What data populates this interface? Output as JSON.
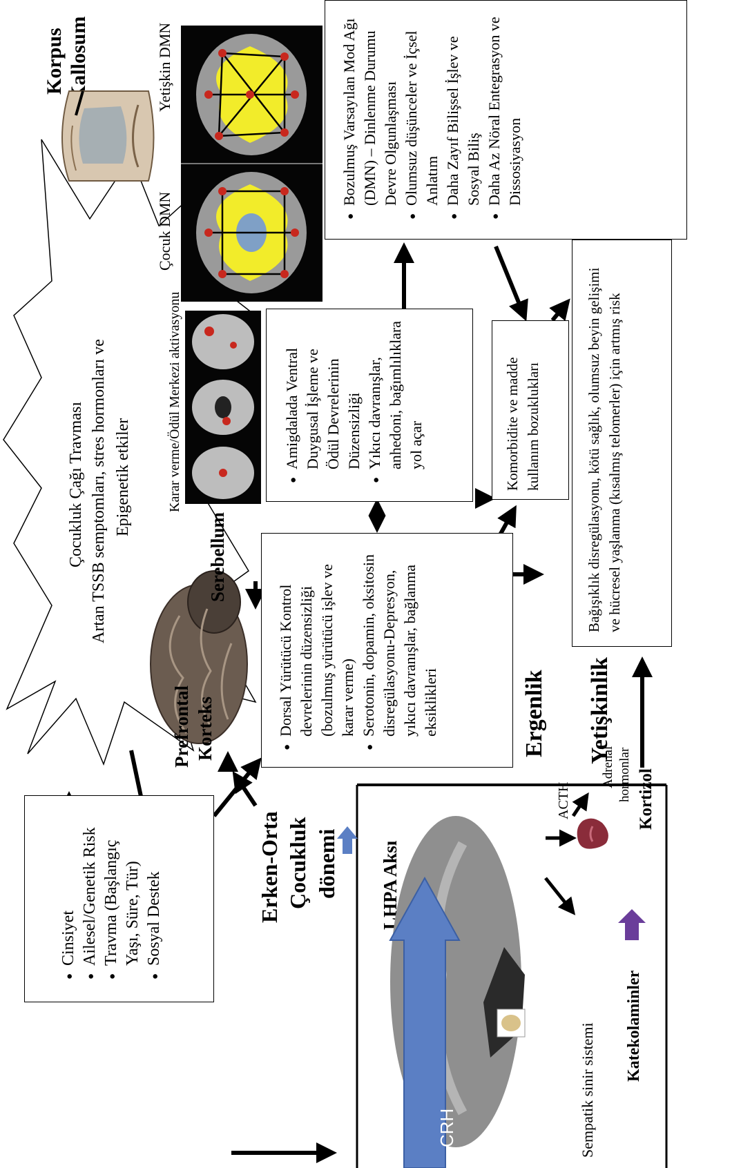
{
  "burst": {
    "line1": "Çocukluk Çağı Travması",
    "line2": "Artan TSSB semptomları, stres hormonları ve",
    "line3": "Epigenetik etkiler"
  },
  "risk_box": {
    "items": [
      "Cinsiyet",
      "Ailesel/Genetik Risk",
      "Travma (Başlangıç Yaşı, Süre, Tür)",
      "Sosyal Destek"
    ]
  },
  "labels": {
    "korpus": "Korpus",
    "kallosum": "Kallosum",
    "prefrontal": "Prefrontal",
    "korteks": "Korteks",
    "serebellum": "Serebellum",
    "erken_orta": "Erken-Orta",
    "cocukluk": "Çocukluk",
    "donemi": "dönemi",
    "ergenlik": "Ergenlik",
    "yetiskinlik": "Yetişkinlik",
    "lhpa": "LHPA Aksı",
    "crh": "CRH",
    "acth": "ACTH",
    "adrenal": "Adrenal",
    "hormonlar": "hormonlar",
    "kortizol": "Kortizol",
    "sempatik": "Sempatik sinir sistemi",
    "katekolaminler": "Katekolaminler",
    "karar_verme": "Karar verme/Ödül Merkezi aktivasyonu",
    "cocuk_dmn": "Çocuk DMN",
    "yetiskin_dmn": "Yetişkin DMN"
  },
  "dorsal_box": {
    "items": [
      "Dorsal Yürütücü Kontrol devrelerinin düzensizliği (bozulmuş yürütücü işlev ve karar verme)",
      "Serotonin, dopamin, oksitosin disregülasyonu-Depresyon, yıkıcı davranışlar, bağlanma eksiklikleri"
    ]
  },
  "amygdala_box": {
    "items": [
      "Amigdalada Ventral Duygusal İşleme ve Ödül Devrelerinin Düzensizliği",
      "Yıkıcı davranışlar, anhedoni, bağımlılıklara yol açar"
    ]
  },
  "dmn_box": {
    "items": [
      "Bozulmuş Varsayılan Mod Ağı (DMN) – Dinlenme Durumu Devre Olgunlaşması",
      "Olumsuz düşünceler ve İçsel Anlatım",
      "Daha Zayıf Bilişsel İşlev ve Sosyal Biliş",
      "Daha Az Nöral Entegrasyon ve Dissosiyasyon"
    ]
  },
  "comorbid_box": {
    "text": "Komorbidite ve madde kullanım bozuklukları"
  },
  "immune_box": {
    "text": "Bağışıklık disregülasyonu, kötü sağlık, olumsuz beyin gelişimi ve hücresel yaşlanma (kısalmış telomerler) için artmış risk"
  },
  "colors": {
    "lhpa_arrow": "#5b7fc4",
    "katekol_arrow": "#6a3d9a",
    "dmn_yellow": "#f2ec2a",
    "dmn_node": "#c8281e",
    "kidney": "#8a2c3a"
  }
}
